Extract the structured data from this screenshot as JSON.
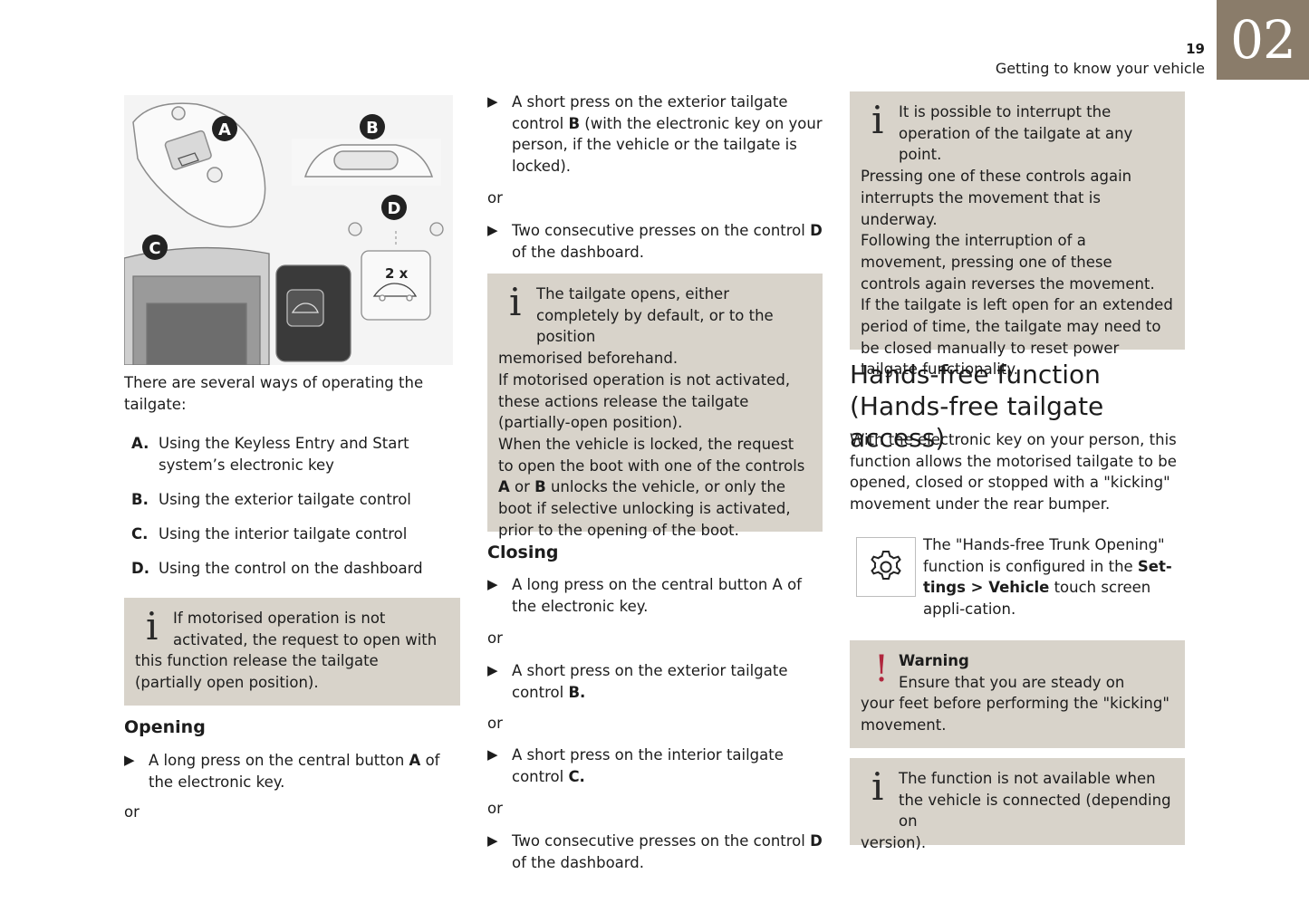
{
  "header": {
    "chapter": "02",
    "page_number": "19",
    "chapter_title": "Getting to know your vehicle"
  },
  "illustration": {
    "callouts": [
      "A",
      "B",
      "C",
      "D"
    ],
    "press_count": "2 x"
  },
  "col1": {
    "intro": "There are several ways of operating the tailgate:",
    "items": [
      {
        "label": "A.",
        "text": "Using the Keyless Entry and Start system’s electronic key"
      },
      {
        "label": "B.",
        "text": "Using the exterior tailgate control"
      },
      {
        "label": "C.",
        "text": "Using the interior tailgate control"
      },
      {
        "label": "D.",
        "text": "Using the control on the dashboard"
      }
    ],
    "info": {
      "line1": "If motorised operation is not activated, the request to open with",
      "rest": "this function release the tailgate (partially open position)."
    },
    "opening_heading": "Opening",
    "opening_step1_pre": "A long press on the central button ",
    "opening_step1_bold": "A",
    "opening_step1_post": " of the electronic key.",
    "or": "or"
  },
  "col2": {
    "step1_pre": "A short press on the exterior tailgate control ",
    "step1_bold": "B",
    "step1_post": " (with the electronic key on your person, if the vehicle or the tailgate is locked).",
    "or": "or",
    "step2_pre": "Two consecutive presses on the control ",
    "step2_bold": "D",
    "step2_post": " of the dashboard.",
    "info": {
      "line1": "The tailgate opens, either completely by default, or to the position",
      "line2": "memorised beforehand.",
      "para2": "If motorised operation is not activated, these actions release the tailgate (partially-open position).",
      "para3_pre": "When the vehicle is locked, the request to open the boot with one of the controls ",
      "para3_bold1": "A",
      "para3_mid": " or ",
      "para3_bold2": "B",
      "para3_post": " unlocks the vehicle, or only the boot if selective unlocking is activated, prior to the opening of the boot."
    },
    "closing_heading": "Closing",
    "close1": "A long press on the central button A of the electronic key.",
    "close2_pre": "A short press on the exterior tailgate control ",
    "close2_bold": "B.",
    "close3_pre": "A short press on the interior tailgate control ",
    "close3_bold": "C.",
    "close4_pre": "Two consecutive presses on the control ",
    "close4_bold": "D",
    "close4_post": " of the dashboard."
  },
  "col3": {
    "info1": {
      "line1": "It is possible to interrupt the operation of the tailgate at any point.",
      "para2": "Pressing one of these controls again interrupts the movement that is underway.",
      "para3": "Following the interruption of a movement, pressing one of these controls again reverses the movement.",
      "para4": "If the tailgate is left open for an extended period of time, the tailgate may need to be closed manually to reset power tailgate functionality."
    },
    "heading": "Hands-free function (Hands-free tailgate access)",
    "body": "With the electronic key on your person, this function allows the motorised tailgate to be opened, closed or stopped with a \"kicking\" movement under the rear bumper.",
    "settings_pre": "The \"Hands-free Trunk Opening\" function is configured in the ",
    "settings_bold": "Set-tings > Vehicle",
    "settings_post": " touch screen appli-cation.",
    "warning": {
      "title": "Warning",
      "line1": "Ensure that you are steady on",
      "rest": "your feet before performing the \"kicking\" movement."
    },
    "info2": {
      "line1": "The function is not available when the vehicle is connected (depending on",
      "rest": "version)."
    }
  },
  "colors": {
    "chapter_tab": "#8a7c6a",
    "info_box": "#d8d3ca",
    "warning": "#b0263d"
  }
}
